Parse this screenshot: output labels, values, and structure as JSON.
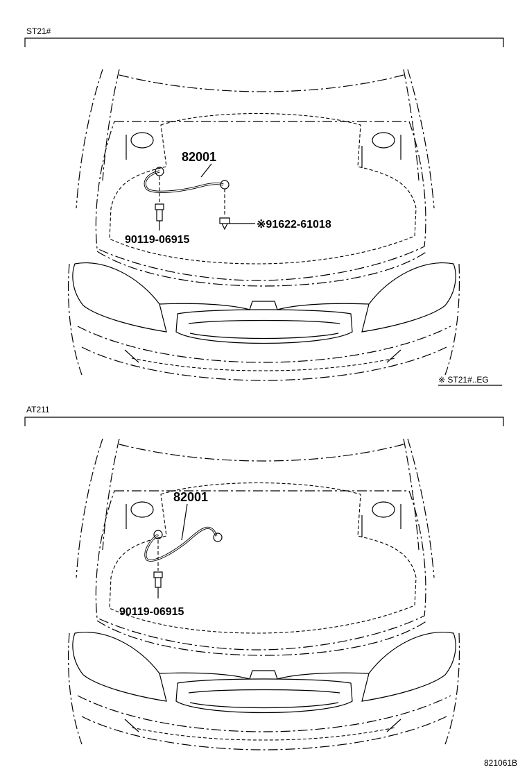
{
  "sections": [
    {
      "variant": "ST21#",
      "ref_main": "82001",
      "ref_bolt": "90119-06915",
      "ref_screw": "※91622-61018",
      "note": "※ ST21#..EG"
    },
    {
      "variant": "AT211",
      "ref_main": "82001",
      "ref_bolt": "90119-06915"
    }
  ],
  "diagram_code": "821061B"
}
